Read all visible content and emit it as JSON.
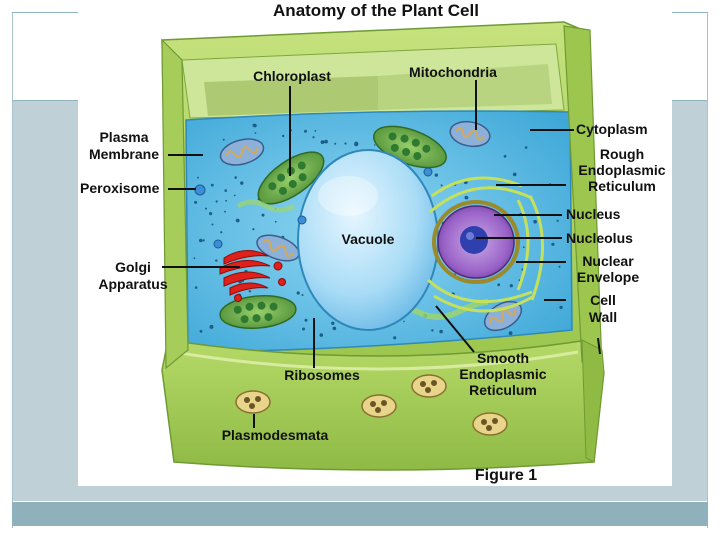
{
  "figure": {
    "title": "Anatomy of the Plant Cell",
    "caption": "Figure 1",
    "labels": {
      "chloroplast": "Chloroplast",
      "mitochondria": "Mitochondria",
      "cytoplasm": "Cytoplasm",
      "plasma_membrane": [
        "Plasma",
        "Membrane"
      ],
      "peroxisome": "Peroxisome",
      "rough_er": [
        "Rough",
        "Endoplasmic",
        "Reticulum"
      ],
      "nucleus": "Nucleus",
      "nucleolus": "Nucleolus",
      "vacuole": "Vacuole",
      "golgi": [
        "Golgi",
        "Apparatus"
      ],
      "nuclear_envelope": [
        "Nuclear",
        "Envelope"
      ],
      "cell_wall": [
        "Cell",
        "Wall"
      ],
      "ribosomes": "Ribosomes",
      "smooth_er": [
        "Smooth",
        "Endoplasmic",
        "Reticulum"
      ],
      "plasmodesmata": "Plasmodesmata"
    }
  },
  "colors": {
    "background": "#ffffff",
    "teal_band": "#bfd0d6",
    "bottom_bar": "#8fb1bb",
    "cell_wall": "#a8cf5a",
    "cell_wall_dark": "#7fa83c",
    "cytoplasm": "#6cc3e6",
    "vacuole": "#9fd6f3",
    "nucleus": "#8a4fb4",
    "golgi": "#e0201b",
    "chloroplast": "#6fa84a"
  }
}
